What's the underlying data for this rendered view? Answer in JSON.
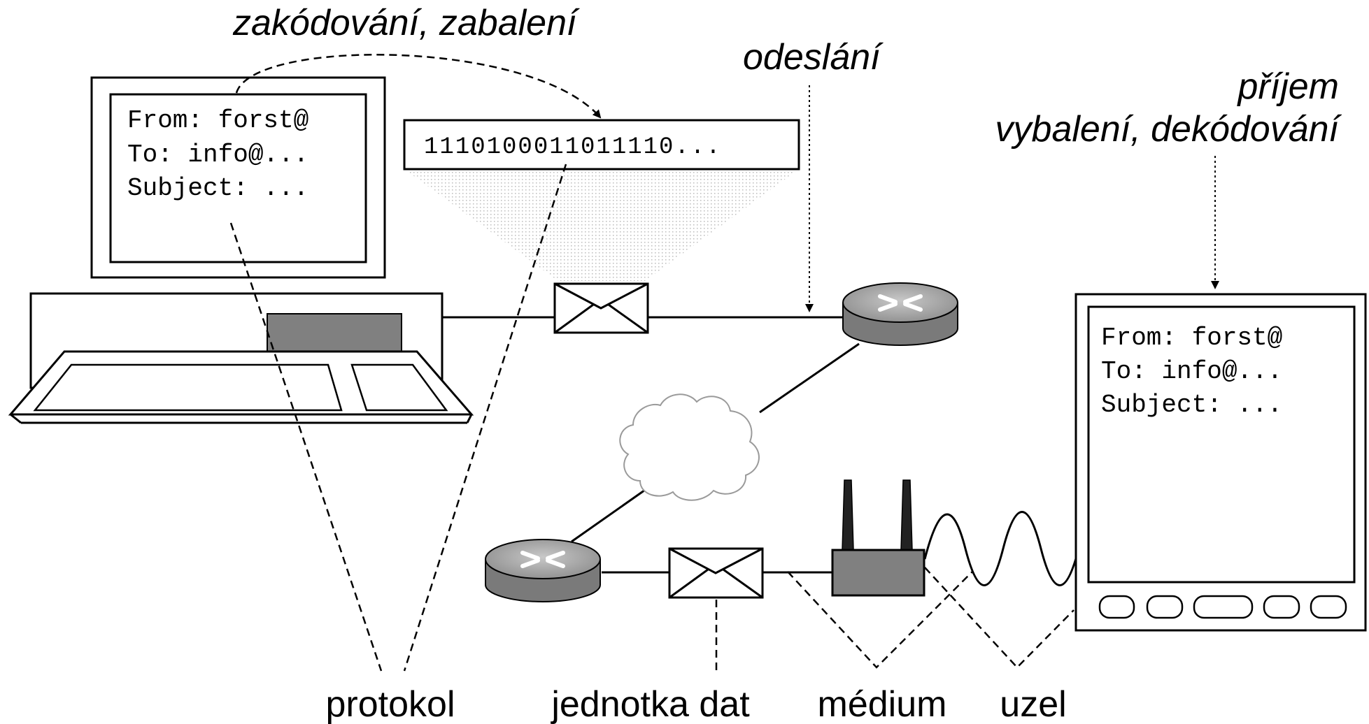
{
  "labels": {
    "encode": "zakódování, zabalení",
    "send": "odeslání",
    "receive_line1": "příjem",
    "receive_line2": "vybalení, dekódování",
    "protocol": "protokol",
    "data_unit": "jednotka dat",
    "medium": "médium",
    "node": "uzel"
  },
  "sender_screen": {
    "from": "From: forst@",
    "to": "To: info@...",
    "subject": "Subject: ..."
  },
  "receiver_screen": {
    "from": "From: forst@",
    "to": "To: info@...",
    "subject": "Subject: ..."
  },
  "bitstream": "1110100011011110...",
  "icons": {
    "sender": "desktop-computer-icon",
    "receiver": "pda-icon",
    "router": "router-icon",
    "cloud": "network-cloud-icon",
    "envelope": "envelope-icon",
    "access_point": "wireless-access-point-icon"
  },
  "colors": {
    "line": "#000000",
    "device_gray": "#808080",
    "router_gray": "#9a9a9a",
    "dots": "#cccccc"
  }
}
